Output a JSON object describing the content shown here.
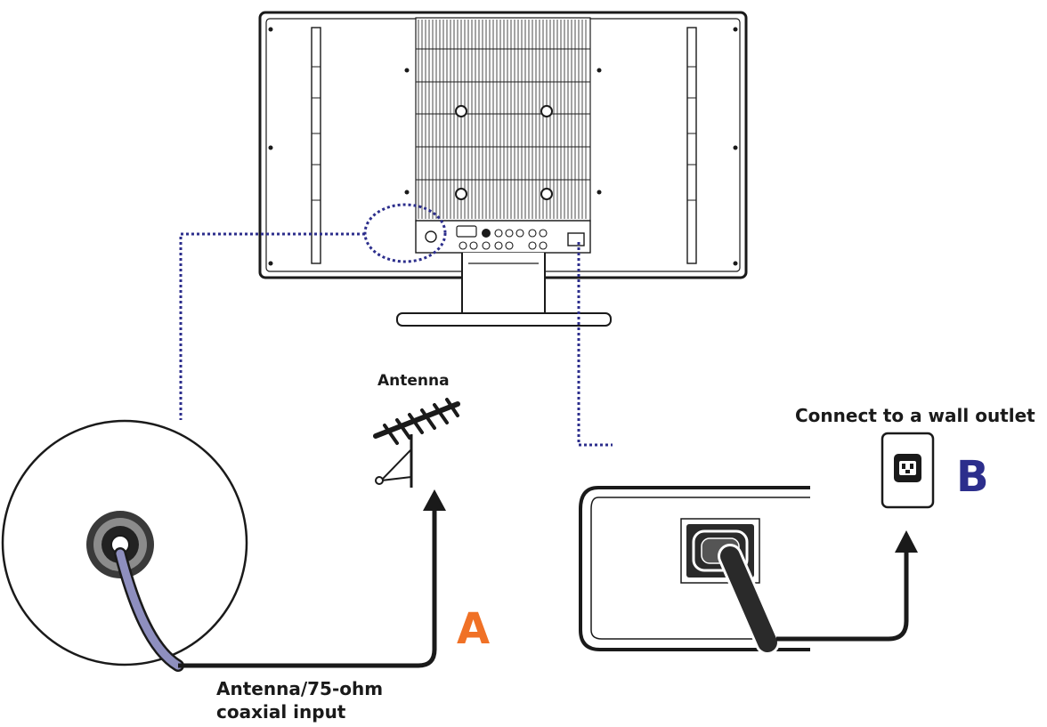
{
  "labels": {
    "antenna": "Antenna",
    "wall_outlet": "Connect to a wall outlet",
    "coax_line1": "Antenna/75-ohm",
    "coax_line2": "coaxial input",
    "step_a": "A",
    "step_b": "B"
  },
  "colors": {
    "step_a": "#f07126",
    "step_b": "#2c2e8c",
    "dotted_line": "#2c2e8c",
    "line": "#1a1a1a",
    "cable": "#8e8fbf"
  },
  "icons": {
    "tv": "tv-back-panel-icon",
    "antenna": "antenna-icon",
    "outlet": "wall-outlet-icon",
    "coax": "coax-connector-icon",
    "power": "power-plug-icon"
  }
}
